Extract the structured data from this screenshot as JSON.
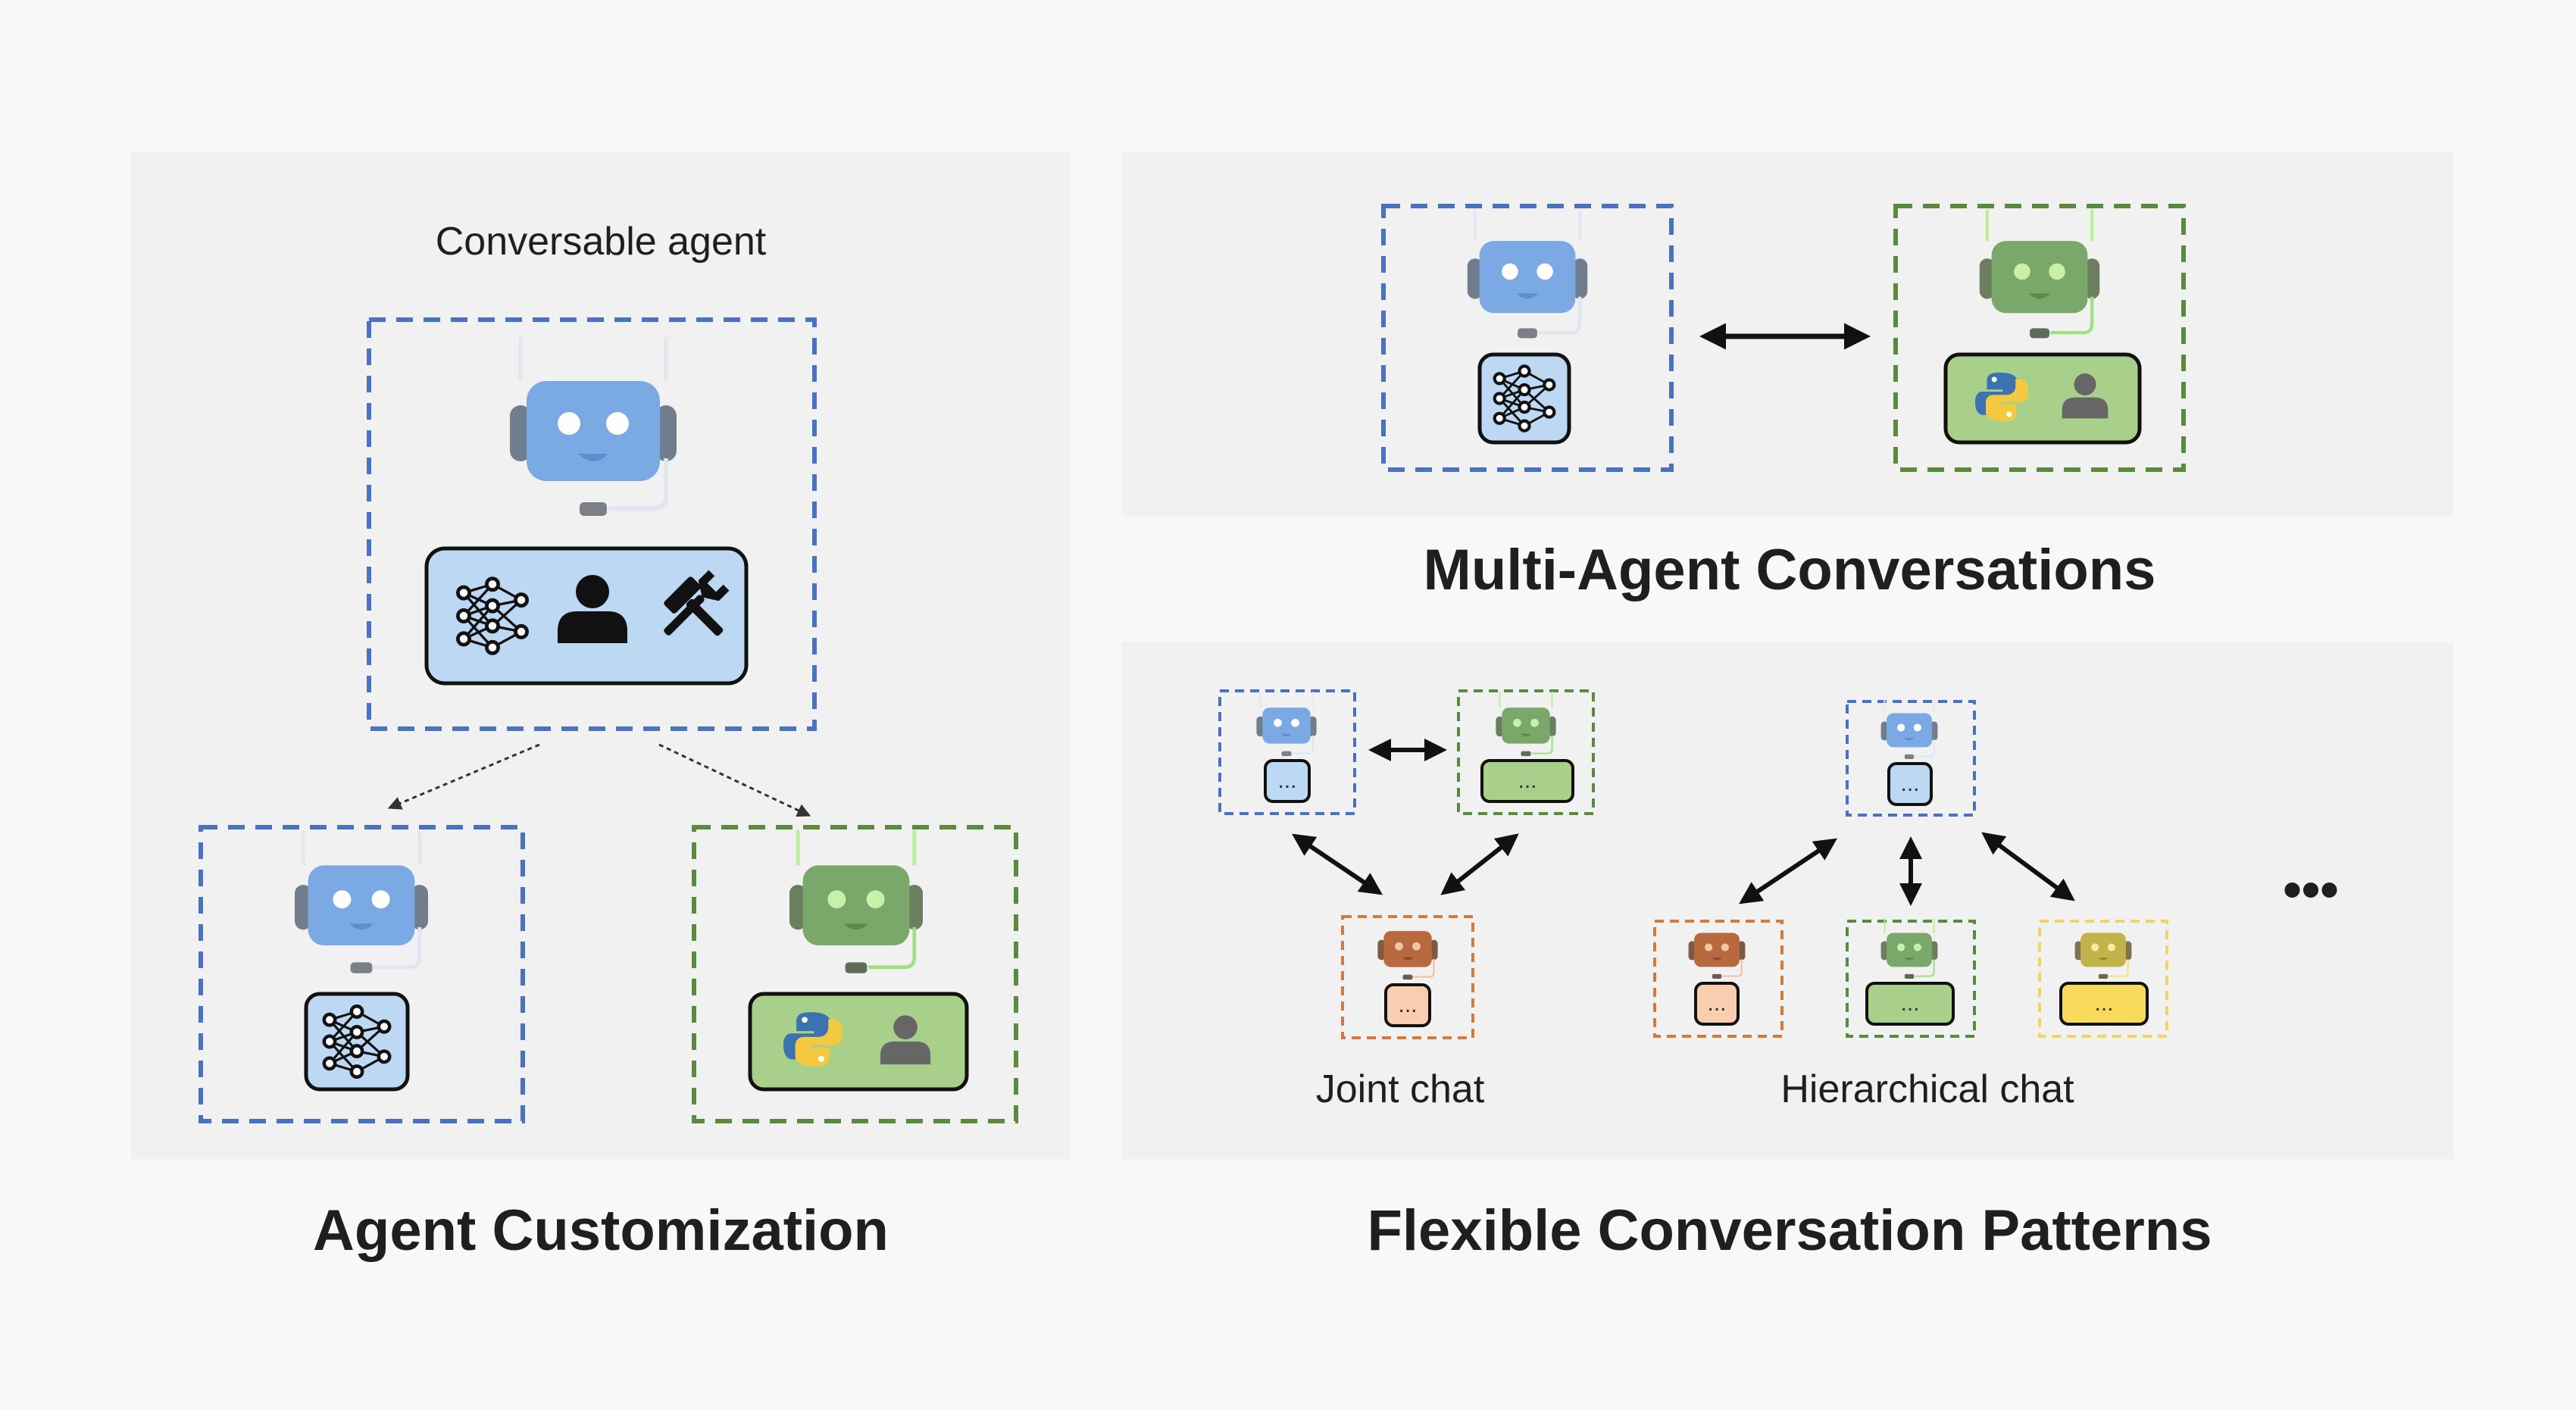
{
  "titles": {
    "agent_customization": "Agent Customization",
    "multi_agent": "Multi-Agent Conversations",
    "flexible": "Flexible Conversation Patterns"
  },
  "labels": {
    "conversable_agent": "Conversable agent",
    "joint_chat": "Joint chat",
    "hierarchical_chat": "Hierarchical chat",
    "ellipsis": "...",
    "more": "•••"
  },
  "colors": {
    "blue_robot": "#7ba9e3",
    "green_robot": "#79a86a",
    "orange_robot": "#b86a3e",
    "yellow_robot": "#c2b24a",
    "blue_dash": "#4a72c2",
    "green_dash": "#5a8a3c",
    "orange_dash": "#d47a3c",
    "yellow_dash": "#f0d460",
    "blue_panel": "#bcd8f2",
    "green_panel": "#a8d08a",
    "orange_panel": "#f8cdb0",
    "yellow_panel": "#f8da5a"
  },
  "icons": [
    "robot-icon",
    "neural-network-icon",
    "person-icon",
    "tools-icon",
    "python-icon",
    "arrow-icon"
  ]
}
